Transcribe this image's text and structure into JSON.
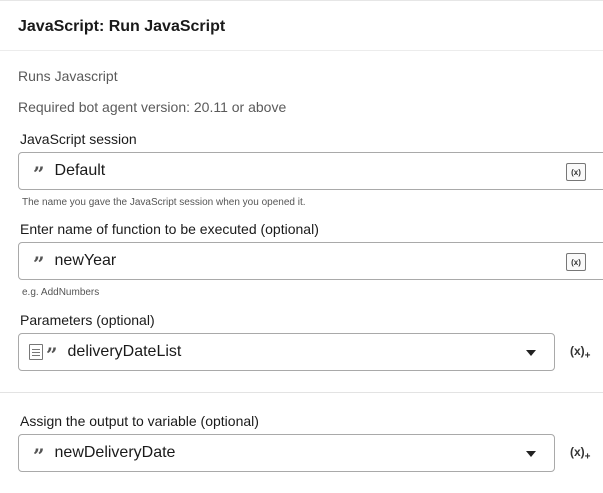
{
  "action": {
    "title": "JavaScript: Run JavaScript",
    "description": "Runs Javascript",
    "requirement": "Required bot agent version: 20.11 or above"
  },
  "session": {
    "label": "JavaScript session",
    "value": "Default",
    "helper": "The name you gave the JavaScript session when you opened it.",
    "var_button": "(x)"
  },
  "function": {
    "label": "Enter name of function to be executed (optional)",
    "value": "newYear",
    "helper": "e.g. AddNumbers",
    "var_button": "(x)"
  },
  "parameters": {
    "label": "Parameters (optional)",
    "value": "deliveryDateList",
    "var_button": "(x)",
    "var_sub": "+"
  },
  "output": {
    "label": "Assign the output to variable (optional)",
    "value": "newDeliveryDate",
    "var_button": "(x)",
    "var_sub": "+"
  },
  "icons": {
    "quote": "quote-icon",
    "list": "list-icon",
    "variable": "variable-icon",
    "dropdown": "chevron-down-icon"
  }
}
